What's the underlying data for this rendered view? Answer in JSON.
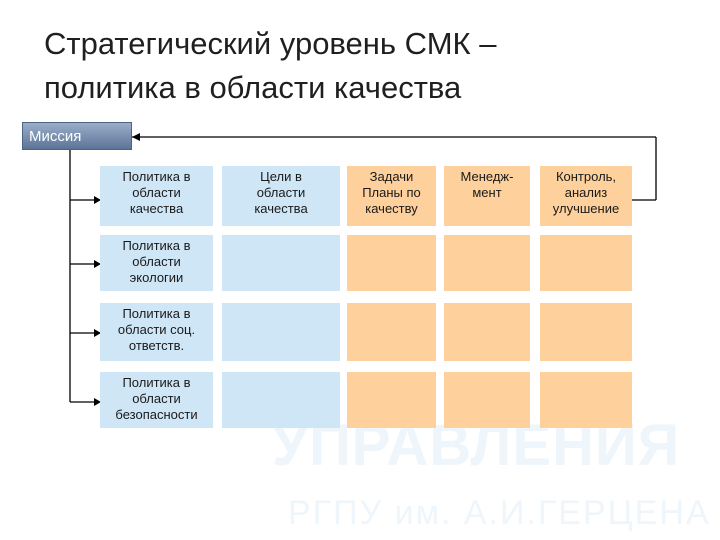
{
  "title": {
    "line1": "Стратегический уровень  СМК –",
    "line2": "политика в области качества"
  },
  "mission": "Миссия",
  "columns": [
    "Политика в области качества",
    "Цели в области качества",
    "Задачи Планы по качеству",
    "Менедж-мент",
    "Контроль, анализ улучшение"
  ],
  "columns_lines": [
    [
      "Политика в",
      "области",
      "качества"
    ],
    [
      "Цели в",
      "области",
      "качества"
    ],
    [
      "Задачи",
      "Планы по",
      "качеству"
    ],
    [
      "Менедж-",
      "мент"
    ],
    [
      "Контроль,",
      "анализ",
      "улучшение"
    ]
  ],
  "policy_rows": [
    [
      "Политика в",
      "области",
      "экологии"
    ],
    [
      "Политика в",
      "области соц.",
      "ответств."
    ],
    [
      "Политика в",
      "области",
      "безопасности"
    ]
  ],
  "watermark": {
    "line1": "УПРАВЛЕНИЯ",
    "line2": "РГПУ им. А.И.ГЕРЦЕНА"
  },
  "colors": {
    "policy_cells": "#cfe6f6",
    "goal_cells": "#cfe6f6",
    "task_cells": "#fdd09c",
    "mission_header": "#6f87a8",
    "connector_lines": "#000000"
  }
}
